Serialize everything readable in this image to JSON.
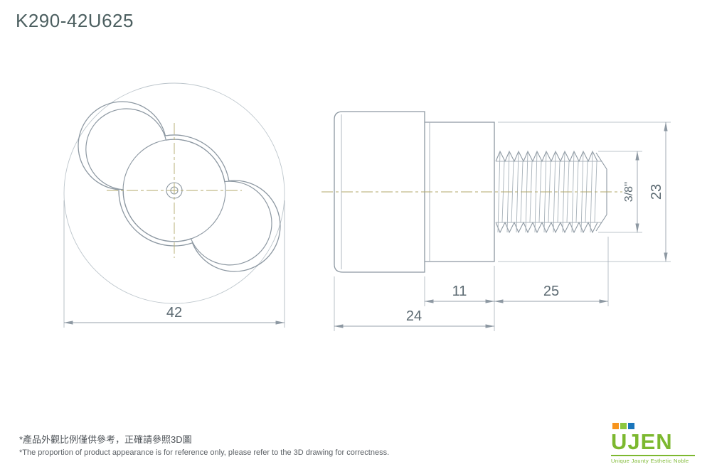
{
  "page": {
    "title": "K290-42U625"
  },
  "dimensions": {
    "front_diameter": "42",
    "body_length": "24",
    "hub_length": "11",
    "thread_length": "25",
    "body_height": "23",
    "thread_size": "3/8''"
  },
  "notes": {
    "zh": "*產品外觀比例僅供參考，正確請參照3D圖",
    "en": "*The proportion of product appearance is for reference only, please refer to the 3D drawing for correctness."
  },
  "logo": {
    "name": "UJEN",
    "tagline": "Unique Jaunty Esthetic Noble",
    "block_colors": [
      "#f7941d",
      "#8dc63f",
      "#1b75bb"
    ]
  },
  "colors": {
    "brand_green": "#7cb82f",
    "drawing_line": "#8d98a2",
    "centerline_olive": "#b3aa6b",
    "dimension_text": "#5c6a72"
  }
}
